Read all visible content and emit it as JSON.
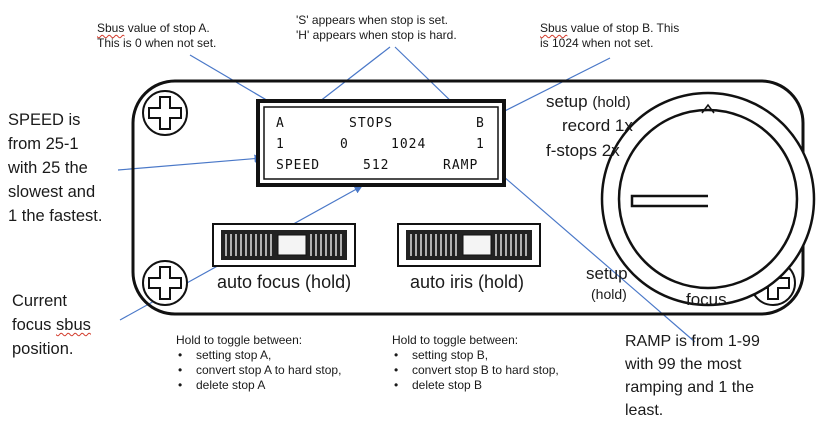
{
  "notes": {
    "stop_a_line1": "Sbus value of stop A.",
    "stop_a_line1_word": "Sbus",
    "stop_a_line1_rest": " value of stop A.",
    "stop_a_line2": "This is 0 when not set.",
    "sh_line1": "'S' appears when stop is set.",
    "sh_line2": "'H' appears when stop is hard.",
    "stop_b_line1_word": "Sbus",
    "stop_b_line1_rest": " value of stop B. This",
    "stop_b_line2": "is 1024 when not set.",
    "speed_lines": [
      "SPEED is",
      "from 25-1",
      "with 25 the",
      "slowest and",
      "1 the fastest."
    ],
    "focus_line1": "Current",
    "focus_line2_a": "focus ",
    "focus_line2_word": "sbus",
    "focus_line3": "position.",
    "ramp_lines": [
      "RAMP is from 1-99",
      "with 99 the most",
      "ramping and 1 the",
      "least."
    ]
  },
  "lcd": {
    "row1": {
      "left": "A",
      "center": "STOPS",
      "right": "B"
    },
    "row2": {
      "a_flag": "1",
      "a_value": "0",
      "b_value": "1024",
      "b_flag": "1"
    },
    "row3": {
      "left": "SPEED",
      "center": "512",
      "right": "RAMP"
    }
  },
  "knob_labels": {
    "setup_top": "setup",
    "setup_top_hold": "(hold)",
    "record": "record 1x",
    "fstops": "f-stops 2x",
    "setup_bottom": "setup",
    "setup_bottom_hold": "(hold)",
    "focus": "focus"
  },
  "switches": {
    "focus_label": "auto focus (hold)",
    "iris_label": "auto iris (hold)"
  },
  "hold_a": {
    "title": "Hold to toggle between:",
    "items": [
      "setting stop A,",
      "convert stop A to hard stop,",
      "delete stop A"
    ]
  },
  "hold_b": {
    "title": "Hold to toggle between:",
    "items": [
      "setting stop B,",
      "convert stop B to hard stop,",
      "delete stop B"
    ]
  },
  "colors": {
    "arrow": "#4a78c8",
    "outline": "#111111",
    "underline": "#d23a2a"
  }
}
